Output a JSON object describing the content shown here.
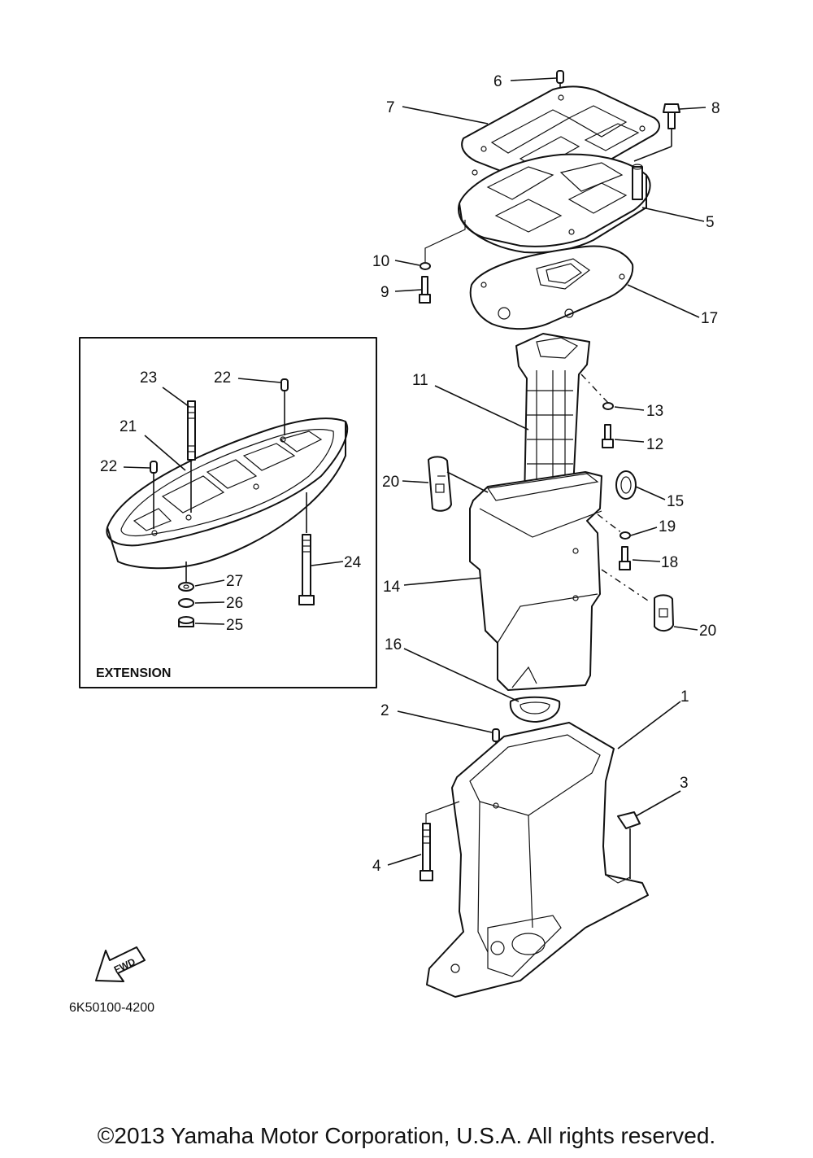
{
  "callouts": {
    "c1": "1",
    "c2": "2",
    "c3": "3",
    "c4": "4",
    "c5": "5",
    "c6": "6",
    "c7": "7",
    "c8": "8",
    "c9": "9",
    "c10": "10",
    "c11": "11",
    "c12": "12",
    "c13": "13",
    "c14": "14",
    "c15": "15",
    "c16": "16",
    "c17": "17",
    "c18": "18",
    "c19": "19",
    "c20a": "20",
    "c20b": "20",
    "c21": "21",
    "c22a": "22",
    "c22b": "22",
    "c23": "23",
    "c24": "24",
    "c25": "25",
    "c26": "26",
    "c27": "27"
  },
  "extension_label": "EXTENSION",
  "fwd_label": "FWD",
  "part_number": "6K50100-4200",
  "copyright": "©2013 Yamaha Motor Corporation, U.S.A. All rights reserved."
}
